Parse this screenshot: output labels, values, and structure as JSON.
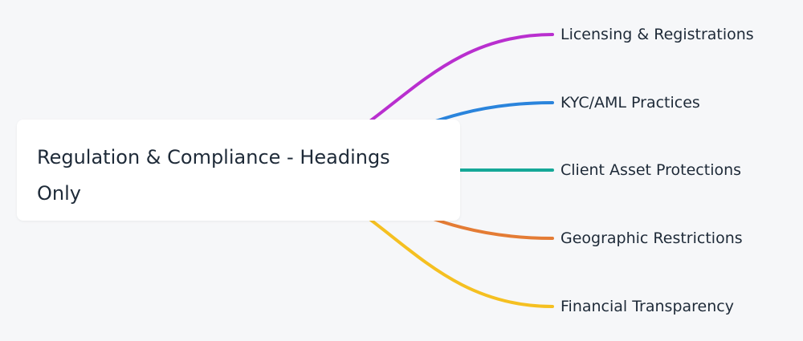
{
  "root": {
    "label": "Regulation & Compliance - Headings Only"
  },
  "children": [
    {
      "label": "Licensing & Registrations",
      "color": "#b92fcf"
    },
    {
      "label": "KYC/AML Practices",
      "color": "#2a84dc"
    },
    {
      "label": "Client Asset Protections",
      "color": "#15a898"
    },
    {
      "label": "Geographic Restrictions",
      "color": "#e47c35"
    },
    {
      "label": "Financial Transparency",
      "color": "#f5c021"
    }
  ]
}
